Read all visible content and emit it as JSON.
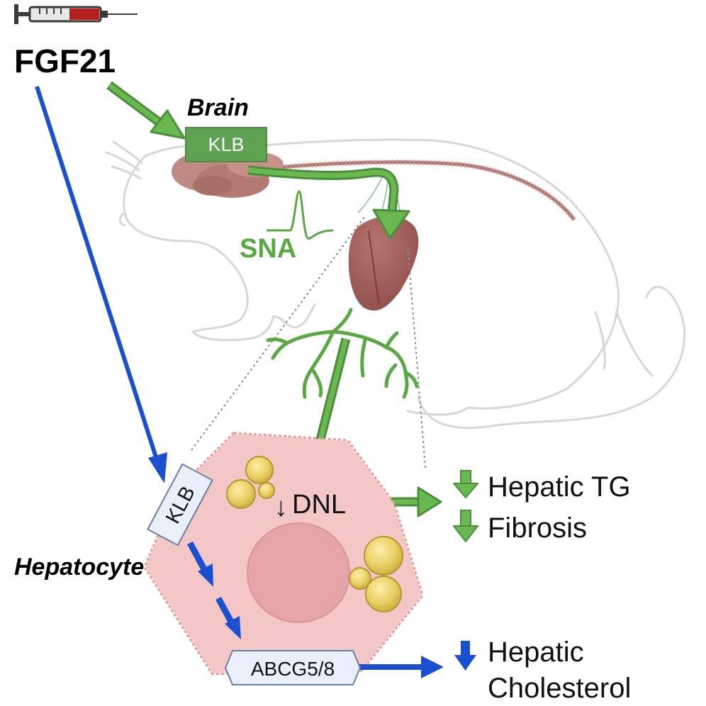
{
  "title": "FGF21",
  "labels": {
    "brain": "Brain",
    "klb_brain": "KLB",
    "sna": "SNA",
    "klb_hepatocyte": "KLB",
    "hepatocyte": "Hepatocyte",
    "dnl": "DNL",
    "dnl_arrow": "↓",
    "transporter": "ABCG5/8"
  },
  "outcomes": [
    {
      "text": "Hepatic TG"
    },
    {
      "text": "Fibrosis"
    },
    {
      "text": "Hepatic",
      "text2": "Cholesterol"
    }
  ],
  "colors": {
    "sympathetic_pathway": "#5aa843",
    "direct_pathway": "#1a4fd0",
    "cell_fill": "#f2c7c5",
    "nucleus": "#e6a6a9",
    "lipid_droplet": "#e8cf6a",
    "organ": "#a8605e"
  }
}
